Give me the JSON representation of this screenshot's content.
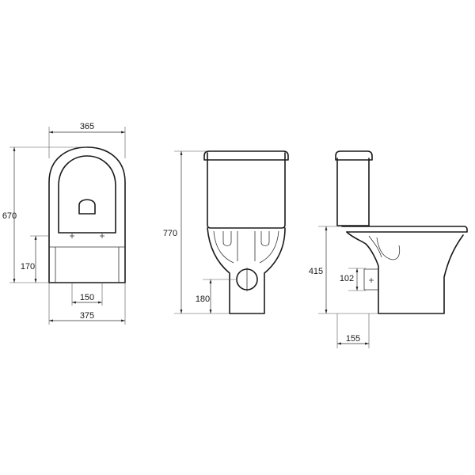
{
  "dimensions": {
    "top_width": "365",
    "top_length": "670",
    "top_outlet": "170",
    "top_bolt_spacing": "150",
    "top_base_width": "375",
    "front_height": "770",
    "front_outlet_height": "180",
    "side_seat_height": "415",
    "side_outlet_height": "102",
    "side_outlet_offset": "155"
  }
}
